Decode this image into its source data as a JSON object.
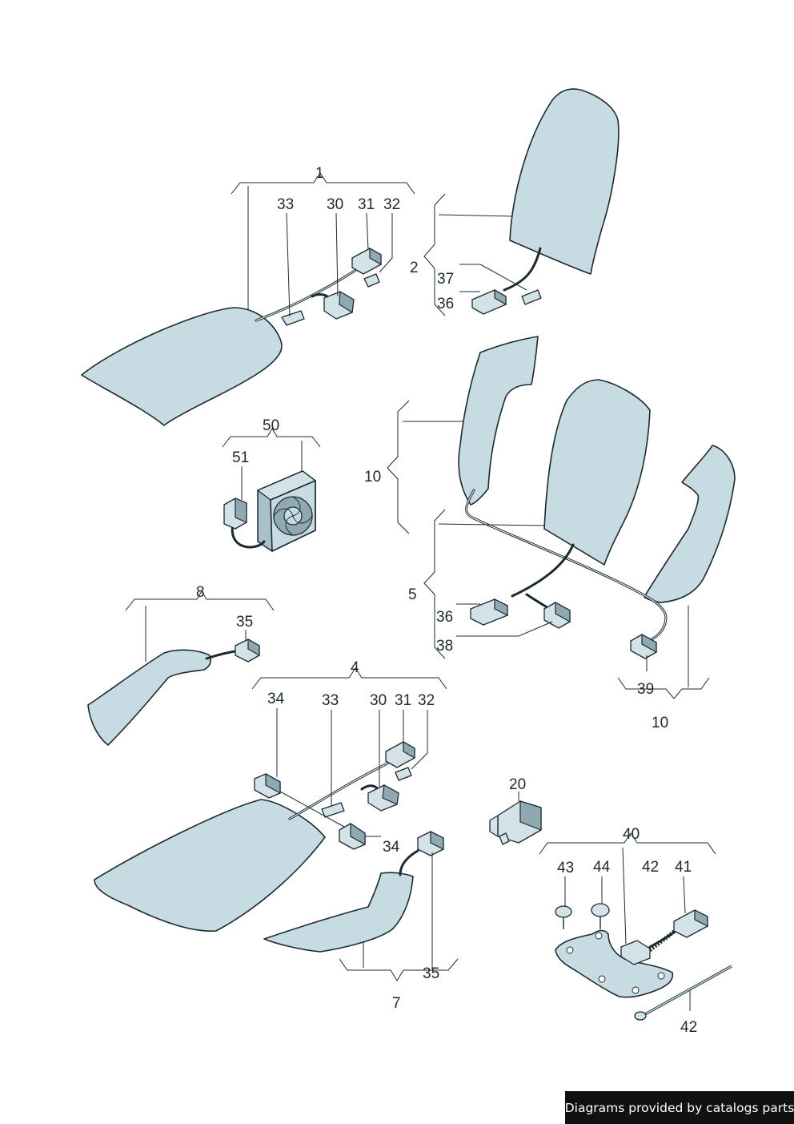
{
  "footer": {
    "text": "Diagrams provided by catalogs parts"
  },
  "labels": {
    "l1": "1",
    "l2": "2",
    "l4": "4",
    "l5": "5",
    "l7": "7",
    "l8": "8",
    "l10a": "10",
    "l10b": "10",
    "l20": "20",
    "l30a": "30",
    "l30b": "30",
    "l31a": "31",
    "l31b": "31",
    "l32a": "32",
    "l32b": "32",
    "l33a": "33",
    "l33b": "33",
    "l34a": "34",
    "l34b": "34",
    "l35a": "35",
    "l35b": "35",
    "l36a": "36",
    "l36b": "36",
    "l37": "37",
    "l38": "38",
    "l39": "39",
    "l40": "40",
    "l41": "41",
    "l42a": "42",
    "l42b": "42",
    "l43": "43",
    "l44": "44",
    "l50": "50",
    "l51": "51"
  },
  "colors": {
    "part_fill": "#c7dce2",
    "outline": "#1c2a30",
    "footer_bg": "#111111"
  }
}
